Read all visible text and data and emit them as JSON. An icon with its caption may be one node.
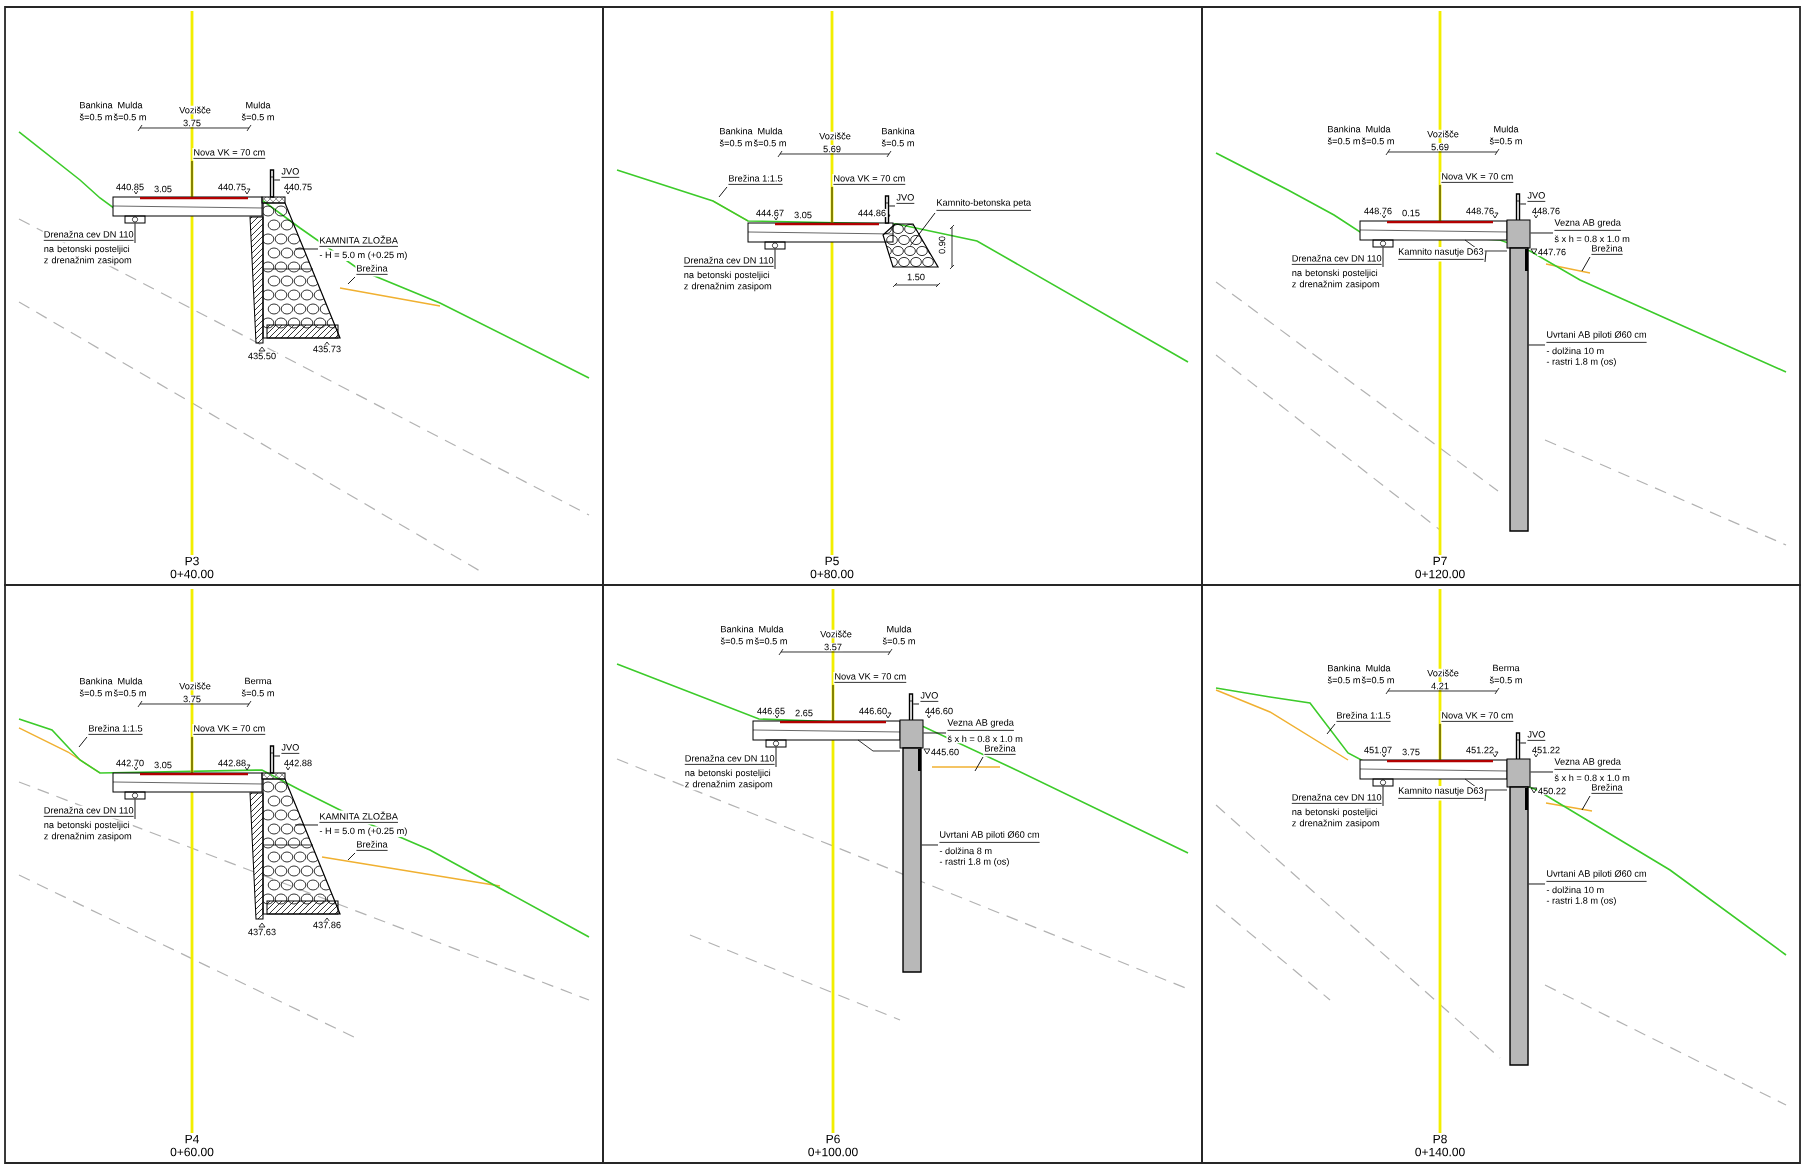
{
  "diagram": {
    "nodes": [
      {
        "text": [
          "P3",
          "0+40.00"
        ]
      },
      {
        "text": [
          "P5",
          "0+80.00"
        ]
      },
      {
        "text": [
          "P7",
          "0+120.00"
        ]
      },
      {
        "text": [
          "P4",
          "0+60.00"
        ]
      },
      {
        "text": [
          "P6",
          "0+100.00"
        ]
      },
      {
        "text": [
          "P8",
          "0+140.00"
        ]
      },
      {
        "text": [
          "Nova VK = 70 cm"
        ],
        "in": 0
      },
      {
        "text": [
          "JVO"
        ],
        "in": 0
      },
      {
        "text": [
          "Drenažna cev DN 110",
          "na betonski posteljici z drenažnim zasipom"
        ],
        "in": 0
      },
      {
        "text": [
          "KAMNITA ZLOŽBA",
          "- H = 5.0 m (+0.25 m)"
        ],
        "in": 0
      },
      {
        "text": [
          "Brežina"
        ],
        "in": 0
      },
      {
        "text": [
          "Nova VK = 70 cm"
        ],
        "in": 1
      },
      {
        "text": [
          "JVO"
        ],
        "in": 1
      },
      {
        "text": [
          "Brežina 1:1.5"
        ],
        "in": 1
      },
      {
        "text": [
          "Kamnito-betonska peta"
        ],
        "in": 1
      },
      {
        "text": [
          "Drenažna cev DN 110",
          "na betonski posteljici z drenažnim zasipom"
        ],
        "in": 1
      },
      {
        "text": [
          "Nova VK = 70 cm"
        ],
        "in": 2
      },
      {
        "text": [
          "JVO"
        ],
        "in": 2
      },
      {
        "text": [
          "Vezna AB greda",
          "š x h = 0.8 x 1.0 m"
        ],
        "in": 2
      },
      {
        "text": [
          "Kamnito nasutje D63"
        ],
        "in": 2
      },
      {
        "text": [
          "Brežina"
        ],
        "in": 2
      },
      {
        "text": [
          "Drenažna cev DN 110",
          "na betonski posteljici z drenažnim zasipom"
        ],
        "in": 2
      },
      {
        "text": [
          "Uvrtani AB piloti Ø60 cm",
          "- dolžina 10 m",
          "- rastri 1.8 m (os)"
        ],
        "in": 2
      },
      {
        "text": [
          "Brežina 1:1.5"
        ],
        "in": 3
      },
      {
        "text": [
          "Nova VK = 70 cm"
        ],
        "in": 3
      },
      {
        "text": [
          "JVO"
        ],
        "in": 3
      },
      {
        "text": [
          "Drenažna cev DN 110",
          "na betonski posteljici z drenažnim zasipom"
        ],
        "in": 3
      },
      {
        "text": [
          "KAMNITA ZLOŽBA",
          "- H = 5.0 m (+0.25 m)"
        ],
        "in": 3
      },
      {
        "text": [
          "Brežina"
        ],
        "in": 3
      },
      {
        "text": [
          "Nova VK = 70 cm"
        ],
        "in": 4
      },
      {
        "text": [
          "JVO"
        ],
        "in": 4
      },
      {
        "text": [
          "Vezna AB greda",
          "š x h = 0.8 x 1.0 m"
        ],
        "in": 4
      },
      {
        "text": [
          "Brežina"
        ],
        "in": 4
      },
      {
        "text": [
          "Drenažna cev DN 110",
          "na betonski posteljici z drenažnim zasipom"
        ],
        "in": 4
      },
      {
        "text": [
          "Uvrtani AB piloti Ø60 cm",
          "- dolžina 8 m",
          "- rastri 1.8 m (os)"
        ],
        "in": 4
      },
      {
        "text": [
          "Brežina 1:1.5"
        ],
        "in": 5
      },
      {
        "text": [
          "Nova VK = 70 cm"
        ],
        "in": 5
      },
      {
        "text": [
          "JVO"
        ],
        "in": 5
      },
      {
        "text": [
          "Vezna AB greda",
          "š x h = 0.8 x 1.0 m"
        ],
        "in": 5
      },
      {
        "text": [
          "Kamnito nasutje D63"
        ],
        "in": 5
      },
      {
        "text": [
          "Brežina"
        ],
        "in": 5
      },
      {
        "text": [
          "Drenažna cev DN 110",
          "na betonski posteljici z drenažnim zasipom"
        ],
        "in": 5
      },
      {
        "text": [
          "Uvrtani AB piloti Ø60 cm",
          "- dolžina 10 m",
          "- rastri 1.8 m (os)"
        ],
        "in": 5
      },
      {
        "text": [],
        "shape": "box",
        "in": 0
      },
      {
        "text": [],
        "shape": "box",
        "in": 0
      },
      {
        "text": [],
        "shape": "bar",
        "in": 0
      },
      {
        "text": [],
        "shape": "trapezoid",
        "in": 0
      },
      {
        "text": [],
        "shape": "box",
        "in": 1
      },
      {
        "text": [],
        "shape": "box",
        "in": 1
      },
      {
        "text": [],
        "shape": "bar",
        "in": 1
      },
      {
        "text": [],
        "shape": "trapezoid",
        "in": 1
      },
      {
        "text": [],
        "shape": "box",
        "in": 2
      },
      {
        "text": [],
        "shape": "box",
        "in": 2
      },
      {
        "text": [],
        "shape": "bar",
        "in": 2
      },
      {
        "text": [],
        "shape": "box",
        "in": 2
      },
      {
        "text": [],
        "shape": "bar",
        "in": 2
      },
      {
        "text": [],
        "shape": "box",
        "in": 3
      },
      {
        "text": [],
        "shape": "box",
        "in": 3
      },
      {
        "text": [],
        "shape": "bar",
        "in": 3
      },
      {
        "text": [],
        "shape": "trapezoid",
        "in": 3
      },
      {
        "text": [],
        "shape": "box",
        "in": 4
      },
      {
        "text": [],
        "shape": "box",
        "in": 4
      },
      {
        "text": [],
        "shape": "bar",
        "in": 4
      },
      {
        "text": [],
        "shape": "box",
        "in": 4
      },
      {
        "text": [],
        "shape": "bar",
        "in": 4
      },
      {
        "text": [],
        "shape": "box",
        "in": 5
      },
      {
        "text": [],
        "shape": "box",
        "in": 5
      },
      {
        "text": [],
        "shape": "bar",
        "in": 5
      },
      {
        "text": [],
        "shape": "box",
        "in": 5
      },
      {
        "text": [],
        "shape": "bar",
        "in": 5
      },
      {
        "text": [],
        "shape": "trapezoid",
        "in": 2
      },
      {
        "text": [],
        "shape": "trapezoid",
        "in": 4
      },
      {
        "text": [],
        "shape": "trapezoid",
        "in": 5
      }
    ],
    "edges": [
      {
        "from": 6,
        "to": 43,
        "arrow": "none"
      },
      {
        "from": 7,
        "to": 45,
        "arrow": "none"
      },
      {
        "from": 8,
        "to": 44,
        "arrow": "none"
      },
      {
        "from": 9,
        "to": 46,
        "arrow": "none"
      },
      {
        "from": 10,
        "to": null,
        "arrow": "none"
      },
      {
        "from": 11,
        "to": 47,
        "arrow": "none"
      },
      {
        "from": 12,
        "to": 49,
        "arrow": "none"
      },
      {
        "from": 13,
        "to": null,
        "arrow": "none"
      },
      {
        "from": 14,
        "to": 50,
        "arrow": "none"
      },
      {
        "from": 15,
        "to": 48,
        "arrow": "none"
      },
      {
        "from": 16,
        "to": 51,
        "arrow": "none"
      },
      {
        "from": 17,
        "to": 53,
        "arrow": "none"
      },
      {
        "from": 18,
        "to": 54,
        "arrow": "none"
      },
      {
        "from": 19,
        "to": 70,
        "arrow": "none"
      },
      {
        "from": 20,
        "to": null,
        "arrow": "none"
      },
      {
        "from": 21,
        "to": 52,
        "arrow": "none"
      },
      {
        "from": 22,
        "to": 55,
        "arrow": "none"
      },
      {
        "from": 23,
        "to": null,
        "arrow": "none"
      },
      {
        "from": 24,
        "to": 56,
        "arrow": "none"
      },
      {
        "from": 25,
        "to": 58,
        "arrow": "none"
      },
      {
        "from": 26,
        "to": 57,
        "arrow": "none"
      },
      {
        "from": 27,
        "to": 59,
        "arrow": "none"
      },
      {
        "from": 28,
        "to": null,
        "arrow": "none"
      },
      {
        "from": 29,
        "to": 60,
        "arrow": "none"
      },
      {
        "from": 30,
        "to": 62,
        "arrow": "none"
      },
      {
        "from": 31,
        "to": 63,
        "arrow": "none"
      },
      {
        "from": 32,
        "to": null,
        "arrow": "none"
      },
      {
        "from": 33,
        "to": 61,
        "arrow": "none"
      },
      {
        "from": 34,
        "to": 64,
        "arrow": "none"
      },
      {
        "from": 35,
        "to": null,
        "arrow": "none"
      },
      {
        "from": 36,
        "to": 65,
        "arrow": "none"
      },
      {
        "from": 37,
        "to": 67,
        "arrow": "none"
      },
      {
        "from": 38,
        "to": 68,
        "arrow": "none"
      },
      {
        "from": 39,
        "to": 72,
        "arrow": "none"
      },
      {
        "from": 40,
        "to": null,
        "arrow": "none"
      },
      {
        "from": 41,
        "to": 66,
        "arrow": "none"
      },
      {
        "from": 42,
        "to": 69,
        "arrow": "none"
      }
    ],
    "labels": [
      "Bankina",
      "Mulda",
      "Vozišče",
      "Mulda",
      "š=0.5 m",
      "š=0.5 m",
      "š=0.5 m",
      "3.75",
      "440.85",
      "3.05",
      "440.75",
      "440.75",
      "435.50",
      "435.73",
      "Bankina",
      "Mulda",
      "Vozišče",
      "Bankina",
      "š=0.5 m",
      "š=0.5 m",
      "š=0.5 m",
      "5.69",
      "444.67",
      "3.05",
      "444.86",
      "0.90",
      "1.50",
      "Bankina",
      "Mulda",
      "Vozišče",
      "Mulda",
      "š=0.5 m",
      "š=0.5 m",
      "š=0.5 m",
      "5.69",
      "448.76",
      "0.15",
      "448.76",
      "448.76",
      "447.76",
      "Bankina",
      "Mulda",
      "Vozišče",
      "Berma",
      "š=0.5 m",
      "š=0.5 m",
      "š=0.5 m",
      "3.75",
      "442.70",
      "3.05",
      "442.88",
      "442.88",
      "437.63",
      "437.86",
      "Bankina",
      "Mulda",
      "Vozišče",
      "Mulda",
      "š=0.5 m",
      "š=0.5 m",
      "š=0.5 m",
      "3.57",
      "446.65",
      "2.65",
      "446.60",
      "446.60",
      "445.60",
      "Bankina",
      "Mulda",
      "Vozišče",
      "Berma",
      "š=0.5 m",
      "š=0.5 m",
      "š=0.5 m",
      "4.21",
      "451.07",
      "3.75",
      "451.22",
      "451.22",
      "450.22"
    ]
  }
}
